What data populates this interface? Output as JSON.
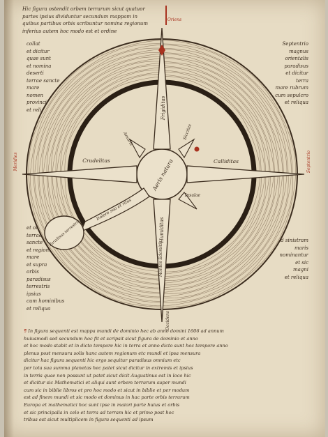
{
  "manuscript": {
    "colors": {
      "parchment": "#e7dcc4",
      "ink": "#3b2c1e",
      "rubric": "#a8321f"
    },
    "diagram_labels": {
      "center": "Aeris natura",
      "north_arm": "Frigiditas",
      "south_arm": "Humiditas",
      "west_arm": "Crudelitas",
      "east_arm": "Calliditas",
      "ne_arm": "Siccitas",
      "se_arm": "Insulae",
      "nw_arm": "Amoris",
      "sw_arm": "Montes Edomitii",
      "tail_label": "Dolore suo et ritus",
      "tail_bulb": "Paradisus terrestris",
      "edge_north": "Oriens",
      "edge_south": "Occidens",
      "edge_west": "Meridies",
      "edge_east": "Septentrio"
    },
    "top_marginal": [
      "Hic figura ostendit orbem terrarum sicut quatuor",
      "partes ipsius dividuntur secundum mappam in",
      "quibus partibus orbis scribuntur nomina regionum",
      "inferius autem hoc modo est et ordine"
    ],
    "left_marginal": [
      "collat",
      "et dicitur",
      "quae sunt",
      "et nomina",
      "deserti",
      "terrae sancte",
      "mare",
      "nomen",
      "provinciarum",
      "et reliqua"
    ],
    "right_marginal": [
      "Septentrio",
      "magnus",
      "orientalis",
      "paradisus",
      "et dicitur",
      "terra",
      "mare rubrum",
      "cum sepulcro",
      "et reliqua"
    ],
    "left_lower_marginal": [
      "et ordine",
      "terrae",
      "sancte",
      "et regionum",
      "mare",
      "et supra",
      "orbis",
      "paradisus",
      "terrestris",
      "ipsius",
      "cum hominibus",
      "et reliqua"
    ],
    "right_lower_marginal": [
      "ad sinistram",
      "maris",
      "nominantur",
      "et sic",
      "magni",
      "et reliqua"
    ],
    "bottom_text": [
      "In figura sequenti est mappa mundi de dominio hec ab anno domini 1606 ad annum",
      "huiusmodi sed secundum hoc fit et scripsit sicut figura de dominio et anno",
      "et hoc modo stabit et in dicto tempore hic in terra et anno dicto sunt hoc tempore anno",
      "plenus post mensura solis hanc autem regionum etc mundi et ipsa mensura",
      "dicitur hac figura sequenti hic ergo sequitur paradisus omnium etc",
      "per tota sua summa planetas hec patet sicut dicitur in extremis et ipsius",
      "in terris quae non possunt ut patet sicut dicit Augustinus est in loco hic",
      "et dicitur sic Mathematici et aliqui sunt orbem terrarum super mundi",
      "cum sic in biblie libros et pro hoc modo et sicut in biblie et per modum",
      "est ad finem mundi et sic modo et dominus in hac parte orbis terrarum",
      "Europa et mathematici hoc sunt ipse in maiori parte huius et orbis",
      "et sic principalis in celo et terra ad terram hic et primo post hoc",
      "tribus est sicut multiplicem in figura sequenti ad ipsum"
    ]
  }
}
